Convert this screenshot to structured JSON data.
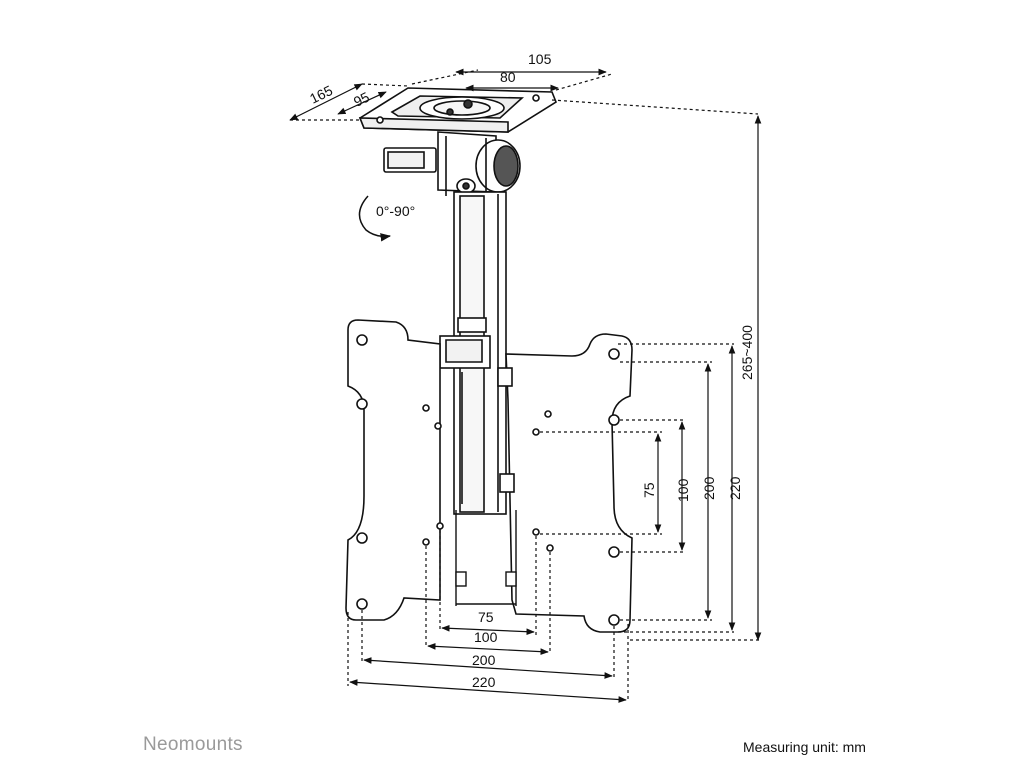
{
  "diagram": {
    "dimensions": {
      "base_depth_outer": "165",
      "base_depth_inner": "95",
      "base_width_outer": "105",
      "base_width_inner": "80",
      "tilt_range": "0°-90°",
      "height_range": "265~400",
      "vesa_h_75": "75",
      "vesa_h_100": "100",
      "vesa_h_200": "200",
      "vesa_h_220": "220",
      "vesa_v_75": "75",
      "vesa_v_100": "100",
      "vesa_v_200": "200",
      "vesa_v_220": "220"
    },
    "footer": {
      "brand": "Neomounts",
      "unit_note": "Measuring unit: mm"
    }
  }
}
